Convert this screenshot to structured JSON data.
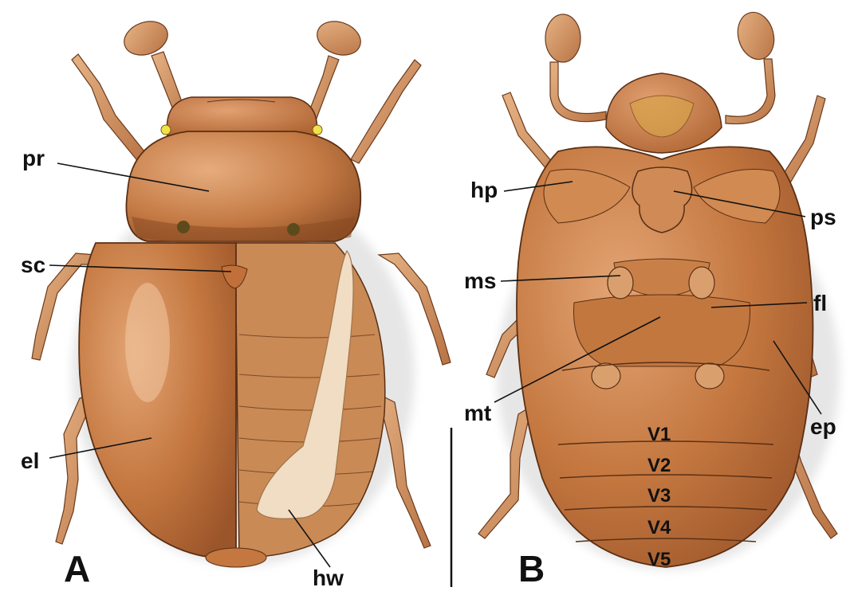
{
  "panels": {
    "left": {
      "letter": "A"
    },
    "right": {
      "letter": "B"
    }
  },
  "labels": {
    "pr": "pr",
    "sc": "sc",
    "el": "el",
    "hw": "hw",
    "hp": "hp",
    "ps": "ps",
    "ms": "ms",
    "fl": "fl",
    "mt": "mt",
    "ep": "ep"
  },
  "sternites": [
    "V1",
    "V2",
    "V3",
    "V4",
    "V5"
  ],
  "colors": {
    "body": "#c4773f",
    "body_dark": "#8f4f26",
    "body_light": "#e0a06d",
    "leg": "#d9a06e",
    "leg_dark": "#a8693d",
    "wing": "#f1dcc4",
    "eye": "#f0e24a"
  }
}
